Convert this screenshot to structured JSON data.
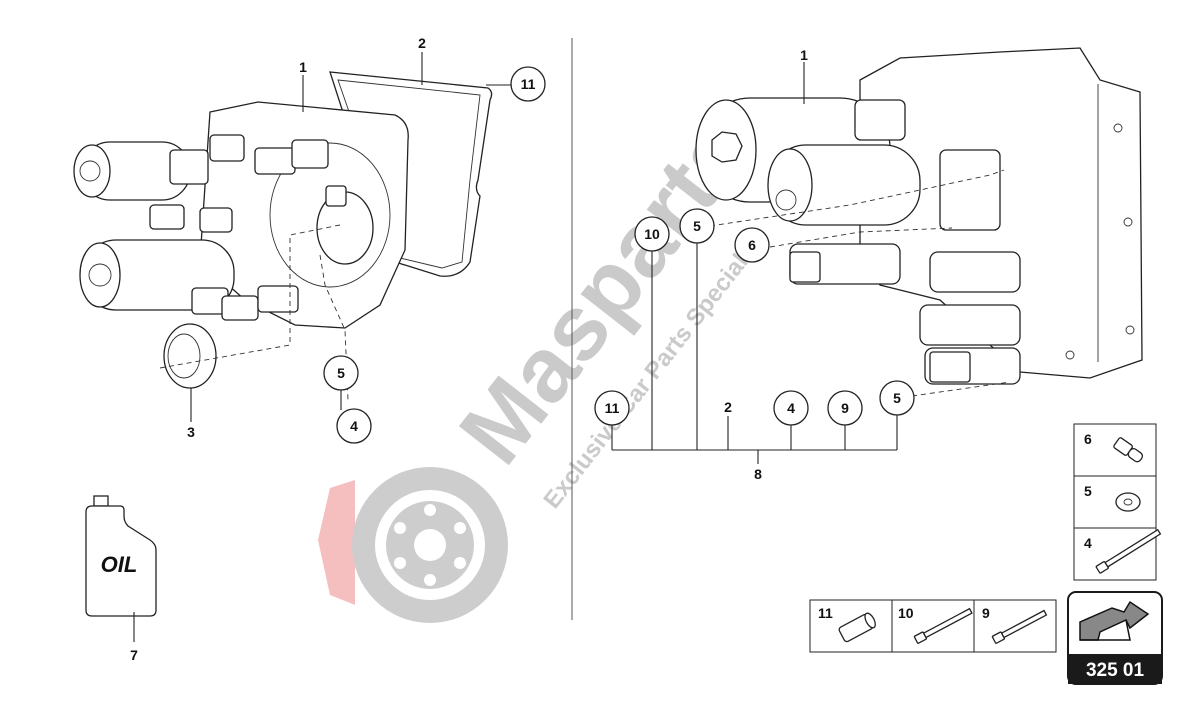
{
  "left": {
    "labels": {
      "p1": "1",
      "p2": "2",
      "p3": "3",
      "p7": "7"
    },
    "callouts": {
      "c11": "11",
      "c5": "5",
      "c4": "4"
    }
  },
  "right": {
    "labels": {
      "p1": "1",
      "p2": "2",
      "p8": "8"
    },
    "callouts": {
      "c10": "10",
      "c5a": "5",
      "c6": "6",
      "c11": "11",
      "c4": "4",
      "c9": "9",
      "c5b": "5"
    }
  },
  "oil_label": "OIL",
  "watermark": {
    "brand": "Masparts",
    "tagline": "Exclusive Car Parts Specialist"
  },
  "legend_box_vertical": {
    "items": [
      "6",
      "5",
      "4"
    ]
  },
  "legend_box_horizontal": {
    "items": [
      "11",
      "10",
      "9"
    ]
  },
  "diagram_number": "325 01",
  "colors": {
    "ink": "#222222",
    "watermark": "#bfbfbf",
    "watermark_accent": "#f08a8a",
    "badge": "#1a1a1a"
  }
}
